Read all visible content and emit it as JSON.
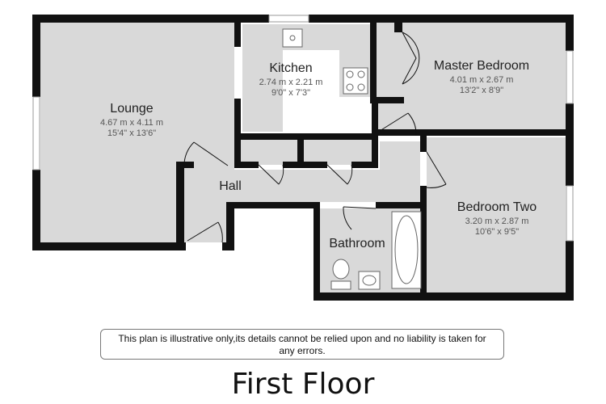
{
  "rooms": {
    "lounge": {
      "name": "Lounge",
      "metric": "4.67 m x 4.11 m",
      "imperial": "15'4\" x 13'6\""
    },
    "kitchen": {
      "name": "Kitchen",
      "metric": "2.74 m x 2.21 m",
      "imperial": "9'0\" x 7'3\""
    },
    "master": {
      "name": "Master Bedroom",
      "metric": "4.01 m x 2.67 m",
      "imperial": "13'2\" x 8'9\""
    },
    "bedroom2": {
      "name": "Bedroom Two",
      "metric": "3.20 m x 2.87 m",
      "imperial": "10'6\" x 9'5\""
    },
    "hall": {
      "name": "Hall"
    },
    "bathroom": {
      "name": "Bathroom"
    }
  },
  "disclaimer": "This plan is illustrative only,its details cannot be relied upon and no liability is taken for any errors.",
  "floor_title": "First Floor",
  "colors": {
    "wall": "#111111",
    "floor": "#d9d9d9",
    "kitchen_floor": "#ffffff",
    "fixture": "#ffffff"
  }
}
